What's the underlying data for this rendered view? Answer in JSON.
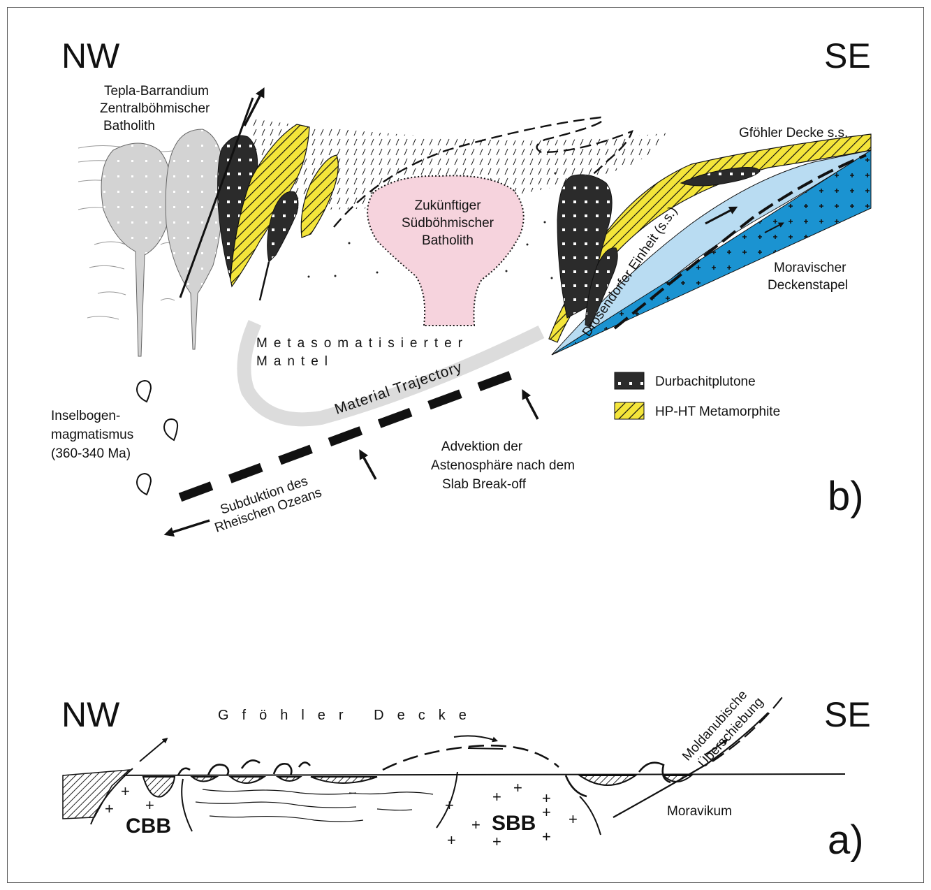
{
  "panel_b": {
    "nw": "NW",
    "se": "SE",
    "tepla_1": "Tepla-Barrandium",
    "tepla_2": "Zentralböhmischer",
    "tepla_3": "Batholith",
    "future_1": "Zukünftiger",
    "future_2": "Südböhmischer",
    "future_3": "Batholith",
    "gfoehler": "Gföhler Decke s.s.",
    "drosendorfer": "Drosendorfer Einheit (s.s.)",
    "moravischer_1": "Moravischer",
    "moravischer_2": "Deckenstapel",
    "mantle_1": "Metasomatisierter",
    "mantle_2": "Mantel",
    "trajectory": "Material Trajectory",
    "arc_1": "Inselbogen-",
    "arc_2": "magmatismus",
    "arc_3": "(360-340 Ma)",
    "subduction_1": "Subduktion des",
    "subduction_2": "Rheischen Ozeans",
    "advection_1": "Advektion der",
    "advection_2": "Astenosphäre nach dem",
    "advection_3": "Slab Break-off",
    "panel_label": "b)"
  },
  "legend": {
    "durbachit": "Durbachitplutone",
    "hp_ht": "HP-HT Metamorphite"
  },
  "panel_a": {
    "nw": "NW",
    "se": "SE",
    "gfoehler": "Gföhler Decke",
    "moldanubische_1": "Moldanubische",
    "moldanubische_2": "Überschiebung",
    "cbb": "CBB",
    "sbb": "SBB",
    "moravikum": "Moravikum",
    "panel_label": "a)"
  },
  "colors": {
    "durbachit": "#2b2b2b",
    "hp_ht": "#f4e53a",
    "drosendorfer": "#b9dcf2",
    "moravian": "#1b93d1",
    "future_batholith": "#f6d3dd",
    "granite": "#d3d3d3",
    "mantle_trajectory": "#dcdcdc"
  }
}
